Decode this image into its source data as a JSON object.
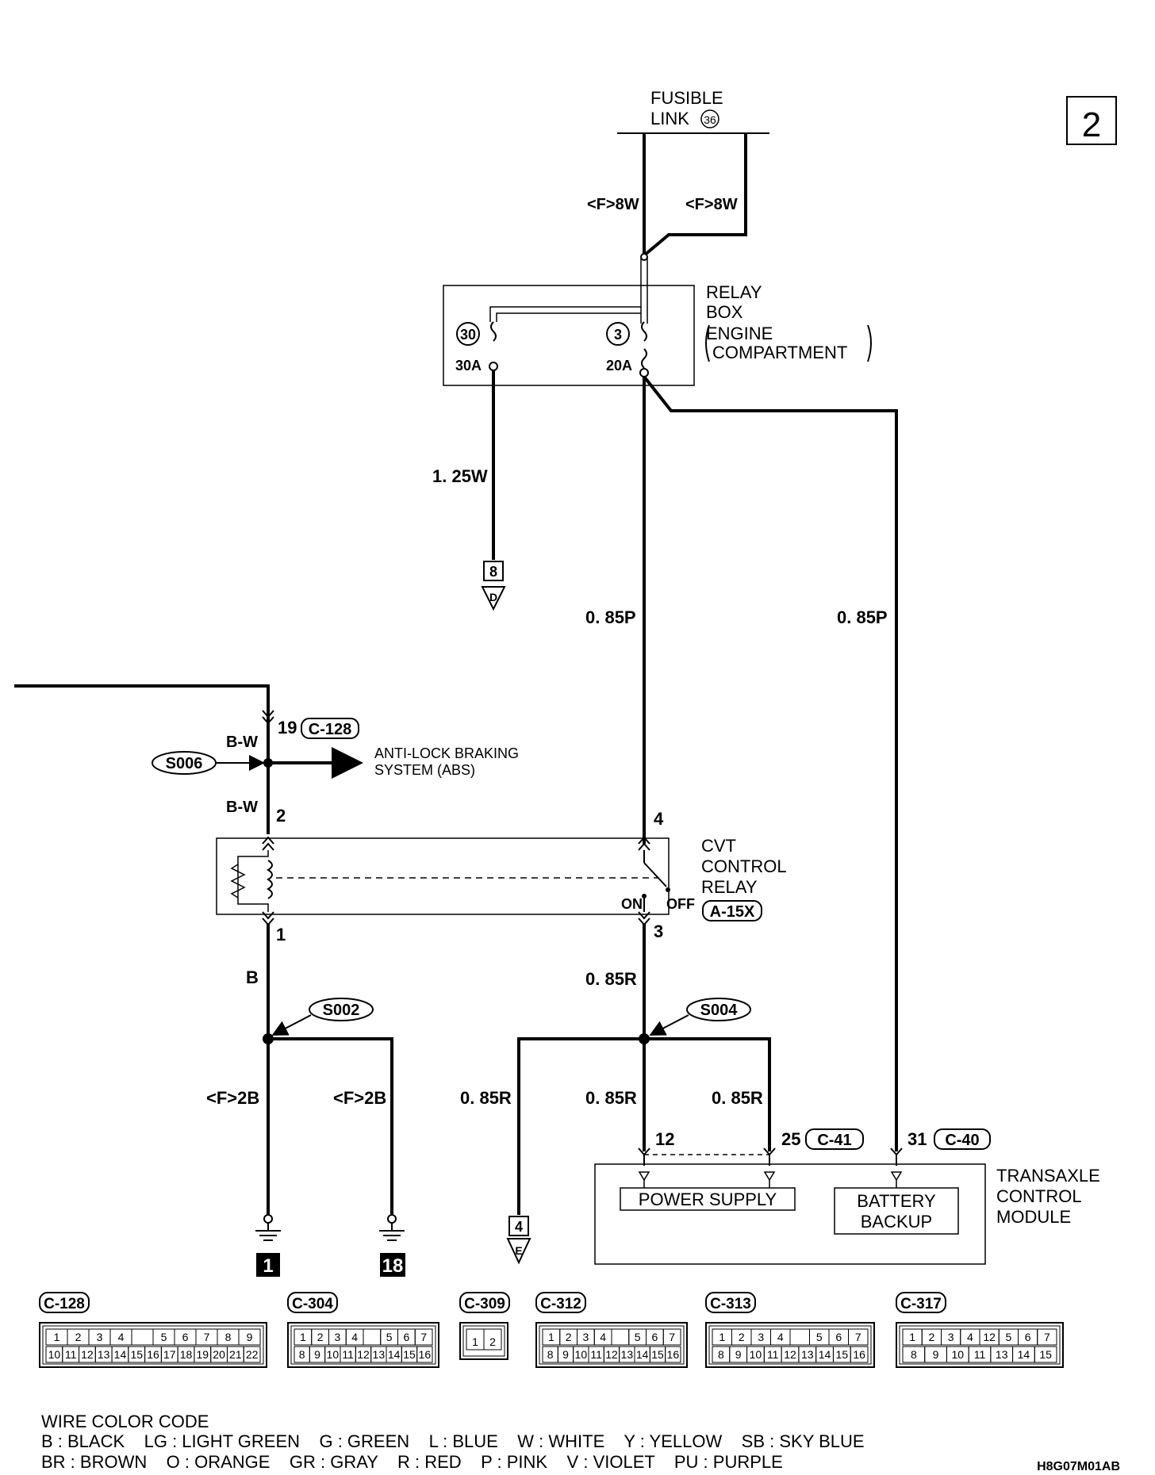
{
  "page_number": "2",
  "fusible_link": {
    "line1": "FUSIBLE",
    "line2": "LINK",
    "number": "36"
  },
  "feed_wires": {
    "left": "<F>8W",
    "right": "<F>8W"
  },
  "relay_box": {
    "line1": "RELAY",
    "line2": "BOX",
    "line3": "ENGINE",
    "line4": "COMPARTMENT",
    "fuse_left_no": "30",
    "fuse_left_rating": "30A",
    "fuse_right_no": "3",
    "fuse_right_rating": "20A"
  },
  "wires": {
    "w_125w": "1. 25W",
    "w_085p_left": "0. 85P",
    "w_085p_right": "0. 85P",
    "w_bw_top": "B-W",
    "w_bw_bottom": "B-W",
    "w_b": "B",
    "w_085r_top": "0. 85R",
    "w_f2b_left": "<F>2B",
    "w_f2b_right": "<F>2B",
    "w_085r_a": "0. 85R",
    "w_085r_b": "0. 85R",
    "w_085r_c": "0. 85R"
  },
  "connector_d": {
    "number": "8",
    "letter": "D"
  },
  "connector_e": {
    "number": "4",
    "letter": "E"
  },
  "c128_pin": {
    "pin": "19",
    "connector": "C-128"
  },
  "splices": {
    "s006": "S006",
    "s002": "S002",
    "s004": "S004"
  },
  "abs": {
    "line1": "ANTI-LOCK BRAKING",
    "line2": "SYSTEM (ABS)"
  },
  "cvt_relay": {
    "line1": "CVT",
    "line2": "CONTROL",
    "line3": "RELAY",
    "connector": "A-15X",
    "pin_2": "2",
    "pin_1": "1",
    "pin_4": "4",
    "pin_3": "3",
    "on": "ON",
    "off": "OFF"
  },
  "tcm": {
    "line1": "TRANSAXLE",
    "line2": "CONTROL",
    "line3": "MODULE",
    "power_supply": "POWER SUPPLY",
    "battery_line1": "BATTERY",
    "battery_line2": "BACKUP",
    "pin_12": "12",
    "pin_25": "25",
    "conn_c41": "C-41",
    "pin_31": "31",
    "conn_c40": "C-40"
  },
  "grounds": {
    "g1": "1",
    "g18": "18"
  },
  "connectors": [
    {
      "name": "C-128",
      "row1": [
        "1",
        "2",
        "3",
        "4",
        "",
        "5",
        "6",
        "7",
        "8",
        "9"
      ],
      "row2": [
        "10",
        "11",
        "12",
        "13",
        "14",
        "15",
        "16",
        "17",
        "18",
        "19",
        "20",
        "21",
        "22"
      ]
    },
    {
      "name": "C-304",
      "row1": [
        "1",
        "2",
        "3",
        "4",
        "",
        "5",
        "6",
        "7"
      ],
      "row2": [
        "8",
        "9",
        "10",
        "11",
        "12",
        "13",
        "14",
        "15",
        "16"
      ]
    },
    {
      "name": "C-309",
      "row1": [
        "1",
        "2"
      ],
      "row2": []
    },
    {
      "name": "C-312",
      "row1": [
        "1",
        "2",
        "3",
        "4",
        "",
        "5",
        "6",
        "7"
      ],
      "row2": [
        "8",
        "9",
        "10",
        "11",
        "12",
        "13",
        "14",
        "15",
        "16"
      ]
    },
    {
      "name": "C-313",
      "row1": [
        "1",
        "2",
        "3",
        "4",
        "",
        "5",
        "6",
        "7"
      ],
      "row2": [
        "8",
        "9",
        "10",
        "11",
        "12",
        "13",
        "14",
        "15",
        "16"
      ]
    },
    {
      "name": "C-317",
      "row1": [
        "1",
        "2",
        "3",
        "4",
        "12",
        "5",
        "6",
        "7"
      ],
      "row2": [
        "8",
        "9",
        "10",
        "11",
        "13",
        "14",
        "15"
      ]
    }
  ],
  "wire_color_code": {
    "title": "WIRE COLOR CODE",
    "line1": "B : BLACK    LG : LIGHT GREEN    G : GREEN    L : BLUE    W : WHITE    Y : YELLOW    SB : SKY BLUE",
    "line2": "BR : BROWN    O : ORANGE    GR : GRAY    R : RED    P : PINK    V : VIOLET    PU : PURPLE"
  },
  "figure_code": "H8G07M01AB"
}
